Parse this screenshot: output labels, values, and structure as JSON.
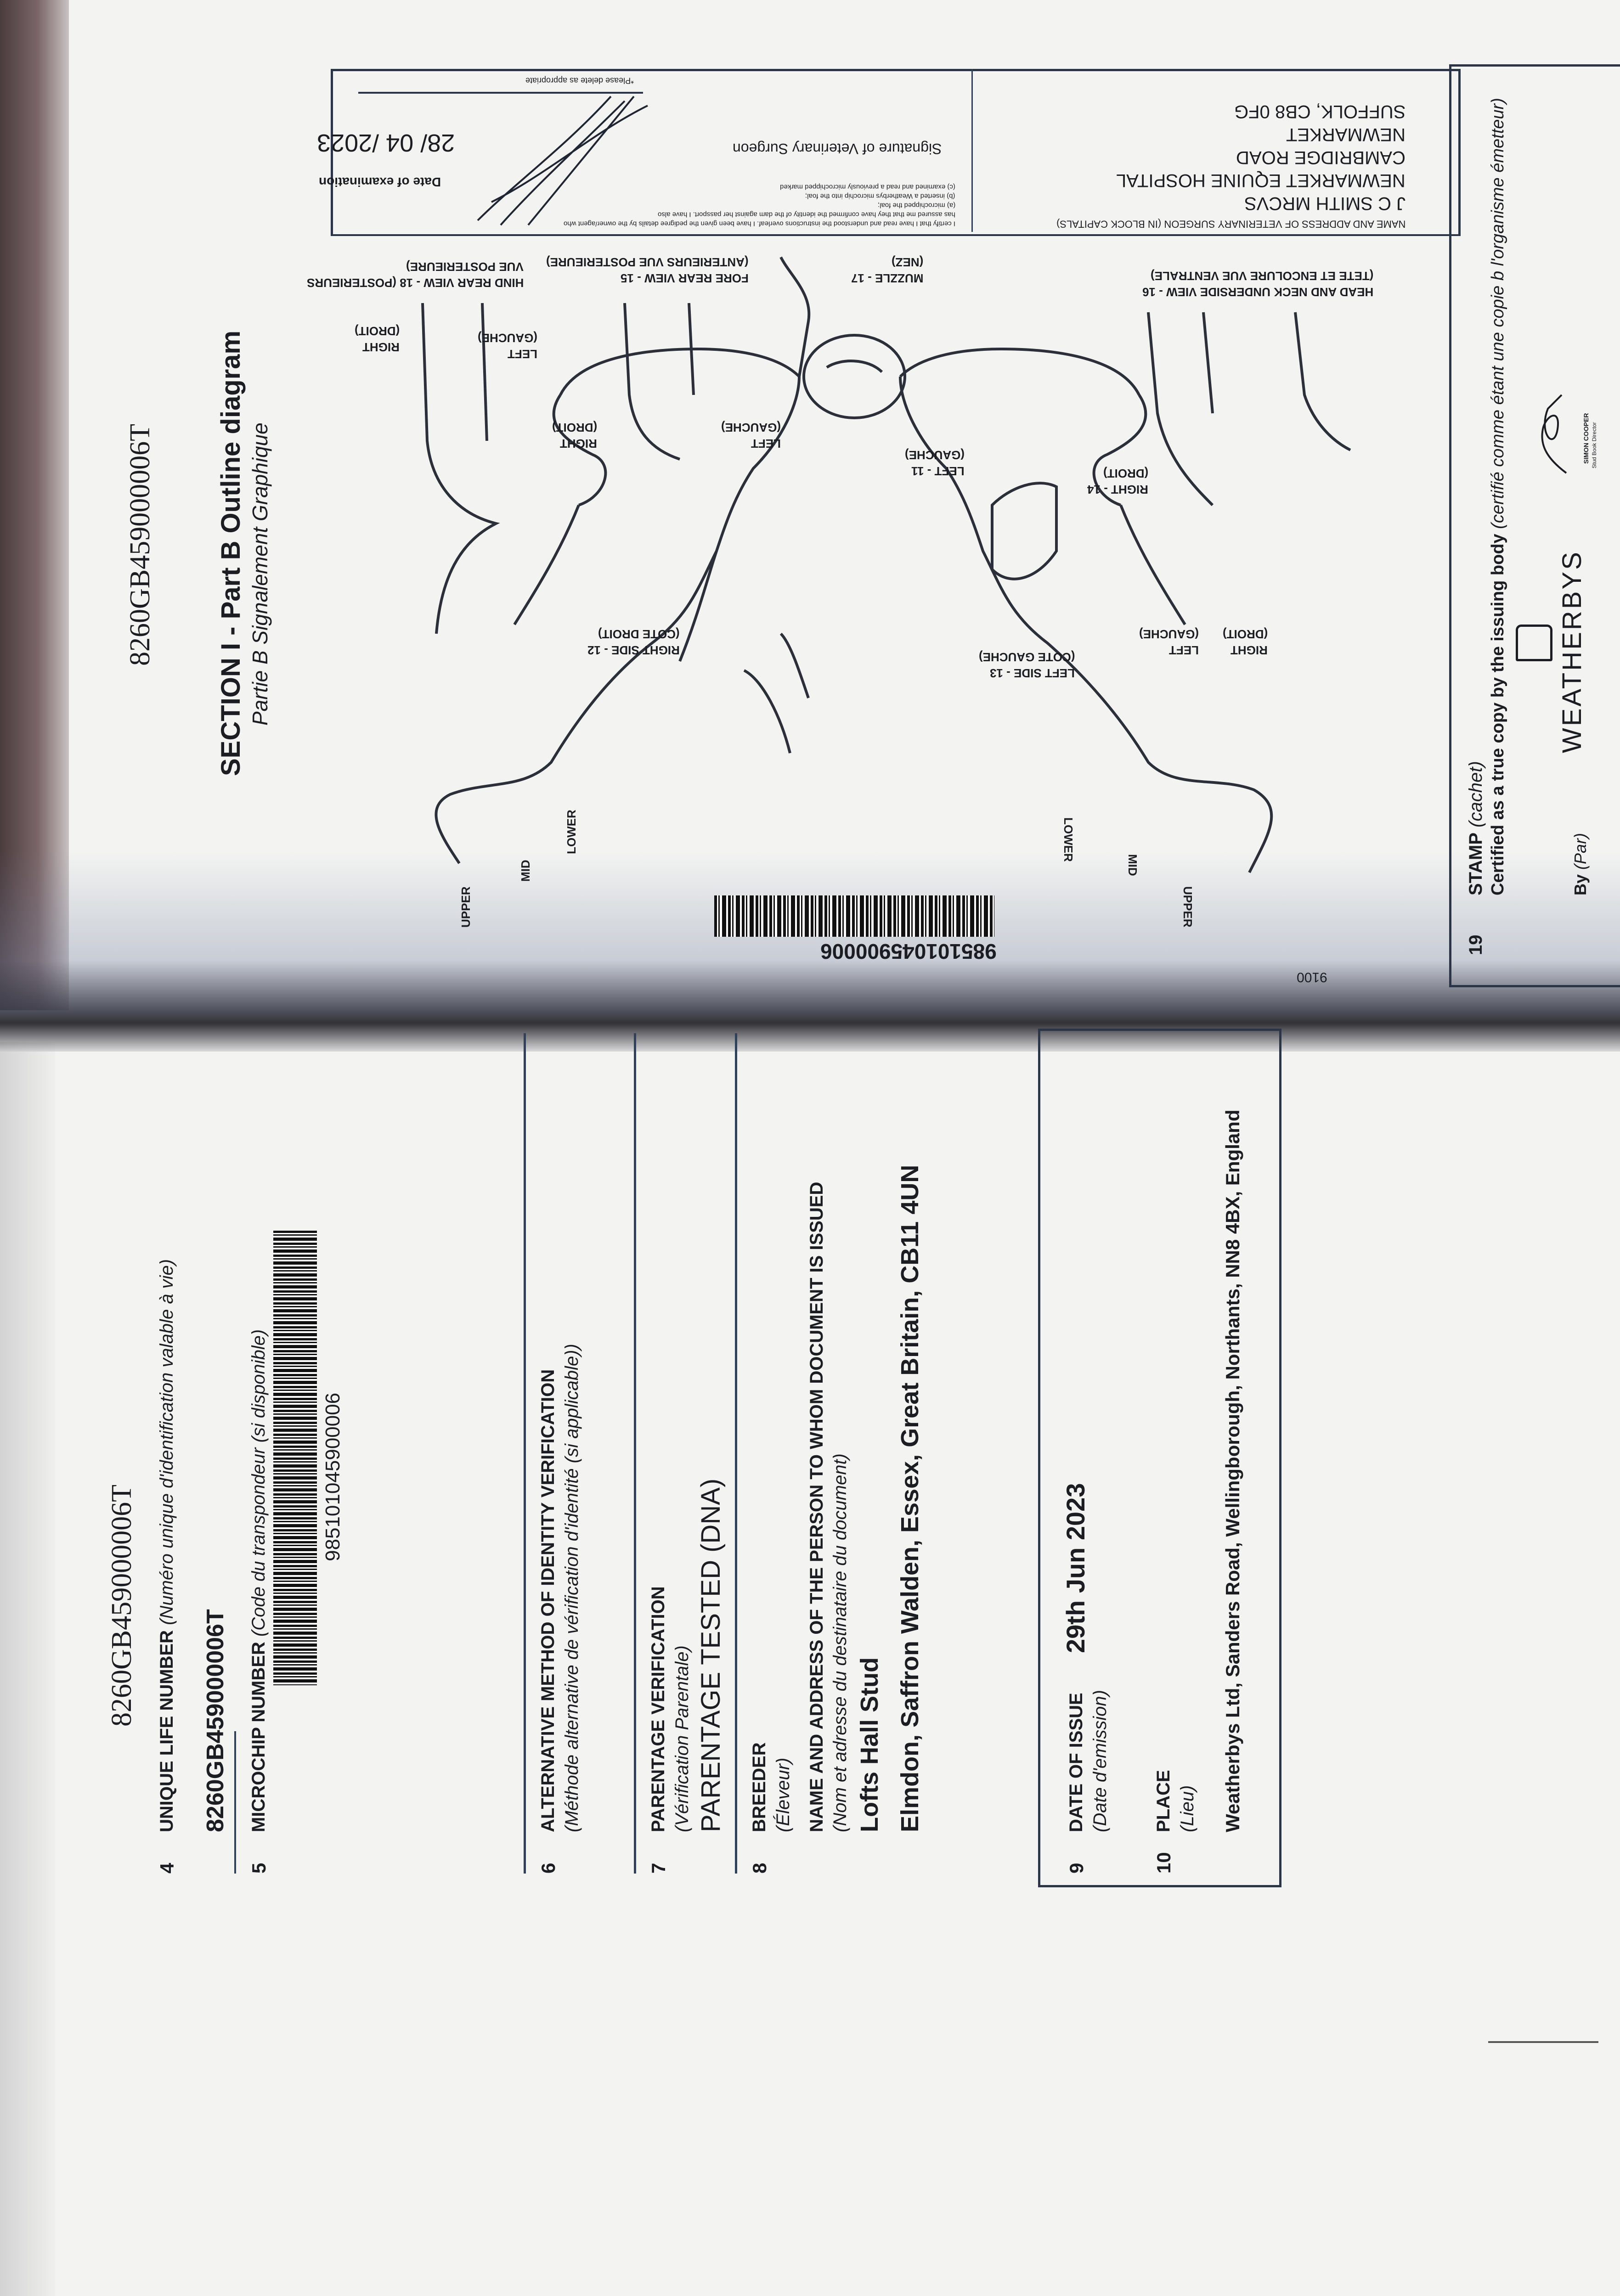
{
  "diagram_page": {
    "ueln_header": "8260GB459000006T",
    "section_title": "SECTION I - Part B Outline diagram",
    "section_subtitle": "Partie B Signalement Graphique",
    "barcode_number": "985101045900006",
    "page_code": "9100",
    "views": {
      "upper": "UPPER",
      "mid": "MID",
      "lower": "LOWER",
      "upper2": "UPPER",
      "mid2": "MID",
      "lower2": "LOWER",
      "right_side": "RIGHT SIDE - 12",
      "right_side_fr": "(COTE DROIT)",
      "left_side": "LEFT SIDE - 13",
      "left_side_fr": "(COTE GAUCHE)",
      "left_11": "LEFT - 11",
      "left_11_fr": "(GAUCHE)",
      "right_14": "RIGHT - 14",
      "right_14_fr": "(DROIT)",
      "hind_rear": "HIND REAR VIEW - 18 (POSTERIEURS",
      "hind_rear_fr": "VUE POSTERIEURE)",
      "fore_rear": "FORE REAR VIEW - 15",
      "fore_rear_fr": "(ANTERIEURS VUE POSTERIEURE)",
      "muzzle": "MUZZLE - 17",
      "muzzle_fr": "(NEZ)",
      "head_neck": "HEAD AND NECK UNDERSIDE VIEW - 16",
      "head_neck_fr": "(TETE ET ENCOLURE VUE VENTRALE)",
      "left": "LEFT",
      "left_fr": "(GAUCHE)",
      "right": "RIGHT",
      "right_fr": "(DROIT)",
      "left_b": "LEFT",
      "left_b_fr": "(GAUCHE)",
      "right_b": "RIGHT",
      "right_b_fr": "(DROIT)",
      "left_c": "LEFT",
      "left_c_fr": "(GAUCHE)",
      "right_c": "RIGHT",
      "right_c_fr": "(DROIT)"
    },
    "vet": {
      "name_label": "NAME AND ADDRESS OF VETERINARY SURGEON (IN BLOCK CAPITALS)",
      "address": [
        "J C SMITH MRCVS",
        "NEWMARKET EQUINE HOSPITAL",
        "CAMBRIDGE ROAD",
        "NEWMARKET",
        "SUFFOLK, CB8 0FG"
      ],
      "certification": [
        "I certify that I have read and understood the instructions overleaf. I have been given the pedigree details by the owner/agent who",
        "has assured me that they have confirmed the identity of the dam against her passport. I have also",
        "(a) microchipped the foal;",
        "(b) inserted a Weatherbys microchip into the foal;",
        "(c) examined and read a previously microchipped marked"
      ],
      "signature_label": "Signature of Veterinary Surgeon",
      "date_label": "Date of examination",
      "date_value": "28/ 04 /2023",
      "delete_note": "*Please delete as appropriate"
    },
    "stamp": {
      "number": "19",
      "label": "STAMP",
      "label_fr": "(cachet)",
      "certified": "Certified as a true copy by the issuing body",
      "certified_fr": "(certifié comme étant une copie b l'organisme émetteur)",
      "by_label": "By",
      "by_fr": "(Par)",
      "issuer": "WEATHERBYS",
      "signatory": "SIMON COOPER",
      "signatory_role": "Stud Book Director"
    }
  },
  "identity_page": {
    "ueln_header": "8260GB459000006T",
    "fields": {
      "f4": {
        "number": "4",
        "label": "UNIQUE LIFE NUMBER",
        "label_fr": "(Numéro unique d'identification valable à vie)",
        "value": "8260GB459000006T"
      },
      "f5": {
        "number": "5",
        "label": "MICROCHIP NUMBER",
        "label_fr": "(Code du transpondeur (si disponible)",
        "value": "985101045900006"
      },
      "f6": {
        "number": "6",
        "label": "ALTERNATIVE METHOD OF IDENTITY VERIFICATION",
        "label_fr": "(Méthode alternative de vérification d'identité (si applicable))"
      },
      "f7": {
        "number": "7",
        "label": "PARENTAGE VERIFICATION",
        "label_fr": "(Vérification Parentale)",
        "value": "PARENTAGE TESTED (DNA)"
      },
      "f8": {
        "number": "8",
        "label": "BREEDER",
        "label_fr": "(Éleveur)",
        "sub_label": "NAME AND ADDRESS OF THE PERSON TO WHOM DOCUMENT IS ISSUED",
        "sub_label_fr": "(Nom et adresse du destinataire du document)",
        "name": "Lofts Hall Stud",
        "address": "Elmdon, Saffron Walden, Essex, Great Britain, CB11 4UN"
      },
      "f9": {
        "number": "9",
        "label": "DATE OF ISSUE",
        "label_fr": "(Date d'emission)",
        "value": "29th Jun 2023"
      },
      "f10": {
        "number": "10",
        "label": "PLACE",
        "label_fr": "(Lieu)",
        "value": "Weatherbys Ltd, Sanders Road, Wellingborough, Northants, NN8 4BX, England"
      }
    }
  }
}
